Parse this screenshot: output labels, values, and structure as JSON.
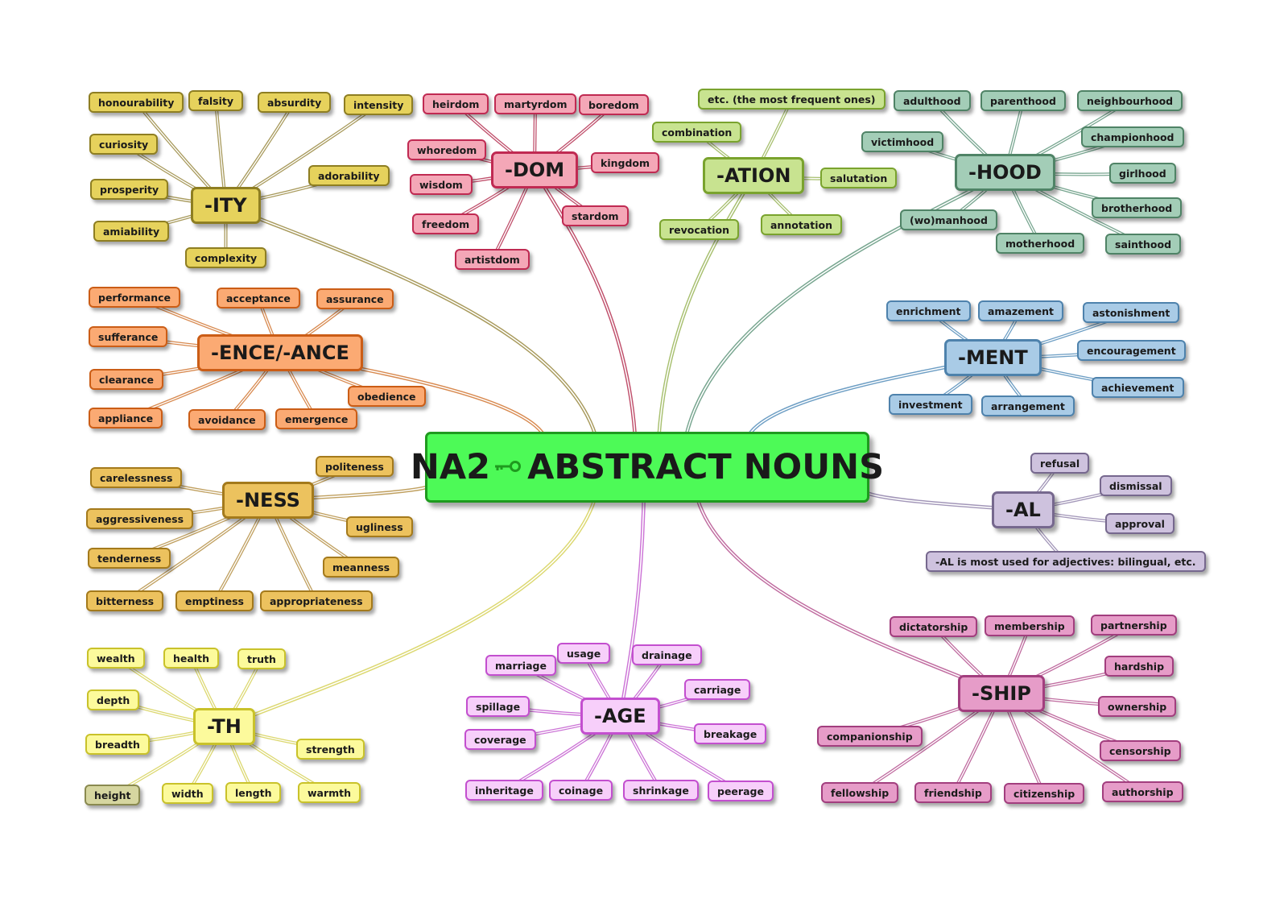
{
  "center": {
    "prefix": "NA2",
    "icon": "key-icon",
    "title": "ABSTRACT NOUNS",
    "fill": "#4dfa57",
    "border": "#1f9a1f"
  },
  "colors": {
    "ity": {
      "fill": "#e6d25c",
      "border": "#8e7e22",
      "line": "#a89a5c"
    },
    "dom": {
      "fill": "#f4a7b7",
      "border": "#c02a52",
      "line": "#c0506c"
    },
    "ation": {
      "fill": "#c8e390",
      "border": "#7aa32e",
      "line": "#a8c070"
    },
    "hood": {
      "fill": "#a3cdb7",
      "border": "#4f8366",
      "line": "#78a690"
    },
    "ence": {
      "fill": "#fbaa73",
      "border": "#cb5d16",
      "line": "#d88a50"
    },
    "ment": {
      "fill": "#a9cbe6",
      "border": "#4e82ac",
      "line": "#6d9ec4"
    },
    "ness": {
      "fill": "#ecc25e",
      "border": "#a47a1c",
      "line": "#c0a060"
    },
    "al": {
      "fill": "#cec2de",
      "border": "#76688e",
      "line": "#a296b8"
    },
    "th": {
      "fill": "#fcfa9c",
      "border": "#c9c22a",
      "line": "#dcd870"
    },
    "height": {
      "fill": "#d6d6a0",
      "border": "#8a8a50"
    },
    "age": {
      "fill": "#f7cffa",
      "border": "#c34fcf",
      "line": "#cc74d6"
    },
    "ship": {
      "fill": "#e69cc8",
      "border": "#a23e7e",
      "line": "#c06ca0"
    }
  },
  "groups": {
    "ity": {
      "hub": "-ITY",
      "leaves": [
        "honourability",
        "falsity",
        "absurdity",
        "intensity",
        "curiosity",
        "adorability",
        "prosperity",
        "amiability",
        "complexity"
      ]
    },
    "dom": {
      "hub": "-DOM",
      "leaves": [
        "heirdom",
        "martyrdom",
        "boredom",
        "whoredom",
        "kingdom",
        "wisdom",
        "freedom",
        "stardom",
        "artistdom"
      ]
    },
    "ation": {
      "hub": "-ATION",
      "leaves": [
        "etc. (the most frequent ones)",
        "combination",
        "salutation",
        "revocation",
        "annotation"
      ]
    },
    "hood": {
      "hub": "-HOOD",
      "leaves": [
        "adulthood",
        "parenthood",
        "neighbourhood",
        "victimhood",
        "championhood",
        "girlhood",
        "brotherhood",
        "(wo)manhood",
        "motherhood",
        "sainthood"
      ]
    },
    "ence": {
      "hub": "-ENCE/-ANCE",
      "leaves": [
        "performance",
        "acceptance",
        "assurance",
        "sufferance",
        "clearance",
        "obedience",
        "appliance",
        "avoidance",
        "emergence"
      ]
    },
    "ment": {
      "hub": "-MENT",
      "leaves": [
        "enrichment",
        "amazement",
        "astonishment",
        "encouragement",
        "achievement",
        "investment",
        "arrangement"
      ]
    },
    "ness": {
      "hub": "-NESS",
      "leaves": [
        "carelessness",
        "politeness",
        "aggressiveness",
        "ugliness",
        "tenderness",
        "meanness",
        "bitterness",
        "emptiness",
        "appropriateness"
      ]
    },
    "al": {
      "hub": "-AL",
      "leaves": [
        "refusal",
        "dismissal",
        "approval",
        "-AL is most used for adjectives: bilingual, etc."
      ]
    },
    "th": {
      "hub": "-TH",
      "leaves": [
        "wealth",
        "health",
        "truth",
        "depth",
        "breadth",
        "strength",
        "height",
        "width",
        "length",
        "warmth"
      ]
    },
    "age": {
      "hub": "-AGE",
      "leaves": [
        "usage",
        "marriage",
        "drainage",
        "carriage",
        "spillage",
        "coverage",
        "breakage",
        "inheritage",
        "coinage",
        "shrinkage",
        "peerage"
      ]
    },
    "ship": {
      "hub": "-SHIP",
      "leaves": [
        "dictatorship",
        "membership",
        "partnership",
        "hardship",
        "ownership",
        "companionship",
        "censorship",
        "fellowship",
        "friendship",
        "citizenship",
        "authorship"
      ]
    }
  }
}
